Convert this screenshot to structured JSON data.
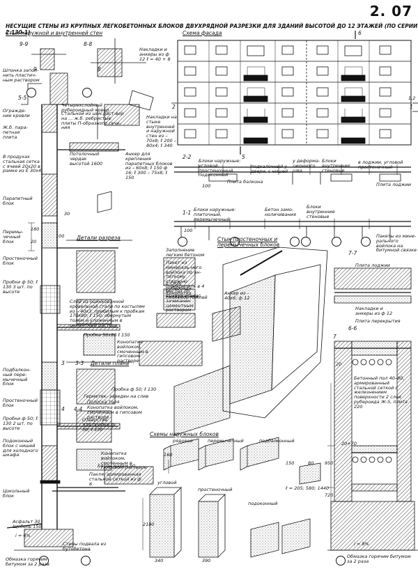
{
  "sheet_code": "2. 07",
  "title": "НЕСУЩИЕ СТЕНЫ ИЗ КРУПНЫХ ЛЕГКОБЕТОННЫХ БЛОКОВ ДВУХРЯДНОЙ РАЗРЕЗКИ ДЛЯ ЗДАНИЙ ВЫСОТОЙ ДО 12 ЭТАЖЕЙ (ПО СЕРИИ 2.130-1)",
  "headers": {
    "wall_joint": "Стык наружной и внутренней стен",
    "facade": "Схема фасада",
    "section_details": "Детали разреза",
    "plan_details": "Детали плана",
    "partition_joint": "Стык простеночных и перемычечных блоков",
    "block_schemes": "Схемы наружных блоков"
  },
  "section_marks": {
    "s99": "9-9",
    "s88": "8-8",
    "s55": "5-5",
    "s22": "2-2",
    "s11": "1-1",
    "s77": "7-7",
    "s66": "6-6",
    "s33": "3-3",
    "s44": "4-4",
    "m5": "5",
    "m6": "6",
    "m1": "1",
    "m2": "2",
    "m3": "3",
    "m4": "4",
    "m8": "8",
    "m9": "9",
    "m7": "7"
  },
  "left_labels": {
    "shponka": "Шпонка запол-нить пластич-ным раствором",
    "ograzhd": "Огражде-ние кровли",
    "zhb_parapet": "Ж.б. пара-петная плита",
    "in_products": "В продухах стальная сетка с ячеей 20х20 в рамке из Ê 30х4",
    "parapet_block": "Парапетный блок",
    "peremych": "Перемы-чечный блок",
    "prosten": "Простеночный блок",
    "probki": "Пробки ф 50; ℓ 130 3 шт. по высоте",
    "podbalk": "Подбалкон-ный пере-мычечный блок",
    "prosten2": "Простеночный блок",
    "probki2": "Пробки ф 50; ℓ 130 2 шт. по высоте",
    "podokon": "Подоконный блок с нишей для холодного шкафа",
    "tsokol": "Цокольный блок",
    "asfalt": "Асфальт 30 Щебень 150",
    "stena_podvala": "Стены подвала из бутобетона",
    "obmazka": "Обмазка горячим битумом за 2 раза"
  },
  "mid_labels": {
    "nakladki": "Накладки и анкеры из ф 12 ℓ = 40 + 8",
    "chetyreh": "Четырехслойный рубероидный ковер",
    "stalnoy": "Стальной из цем.раст-вор на ... ж.б. ребристые плиты П-образного сече-ния",
    "naklad_styk": "Накладки на стыке внутренней и наружной стен из – 70х8; ℓ 200 – 80х4; ℓ 340",
    "potolok": "Потолочный чердак высотой 1600",
    "anker": "Анкер для крепления парапетных блоков из – 60х8; ℓ 150 ф 16; ℓ 300 – 75х8; ℓ 150",
    "sloy": "Слой из оцинкованной кровельной стали по костылям из – 40х3, прибитым к пробкам 170х80; ℓ 150, обернутым толем и уложенным в цементный раствор",
    "probka": "Пробка 50х80 ℓ 150",
    "konopatka": "Конопатка войлоком, смоченным в гипсовом растворе",
    "zapolnenie": "Заполнение легким бетоном",
    "paket": "Пакет из минераль-ного войлока по ан-титкому стержню (прикрепить в 4 местах по высоте этажа)",
    "zaplnenie2": "2 слоя рубероида. Конопатка смоленой паклей",
    "snaruzhi": "Снаружи шов зачеканен цементным раствором",
    "anker2": "Анкер из – 40х6; ф 12",
    "probka2": "Пробка ф 50; ℓ 130",
    "germetik": "Герметик- заведен на слив",
    "polosa": "Полоска толя",
    "konop2": "Конопатка войлоком, смоченным в гипсовом растворе",
    "otvetstvie": "Отверстие для пробки ф 50; ℓ 130",
    "konop3": "Конопатка войлоком, смоченным в гипсовом растворе",
    "beton50": "Бетон марки 50",
    "pakl": "Пакля, армированная стальной сеткой из ф 6"
  },
  "plan_labels": {
    "bloki_nar": "Блоки наружные: угловой, простеночный, подоконный",
    "podkal": "подкалочный у двери, с нишей",
    "plita_balk": "Плита балкона",
    "deform": "у деформа-ционного шва",
    "bloki_vn": "Блоки внутренние стеновые",
    "v_lodzhii": "в лоджии, угловой простеночный",
    "plita_lodzh": "Плита лоджии",
    "bloki_nar2": "Блоки наружные: плиточный, перемычечный",
    "beton_zamo": "Бетон замо-ноличивания",
    "bloki_vn2": "Блоки внутренние стеновые",
    "pakety": "Пакеты из мине-рального войлока на битумной связке"
  },
  "right_labels": {
    "plita_lodzhii": "Плита лоджии",
    "nakladki_anker": "Накладки и анкеры из ф 12",
    "plita_perekr": "Плита перекрытия",
    "betonny_pol": "Бетонный пол 40–80, армированный стальной сеткой с железнением поверхности 2 слоя рубероида Ж-5, плита 220",
    "obmazka2": "Обмазка горячим битумом за 2 раза"
  },
  "block_labels": {
    "ryadnoy": "рядовой",
    "peremych": "перемычечный",
    "podbalk": "подбалконный",
    "uglovoy": "угловой",
    "prosten": "простеночный",
    "podokon": "подоконный"
  },
  "dims": {
    "d20": "20",
    "d30": "30",
    "d100": "100",
    "d180": "180",
    "d580": "580",
    "d20_20": "20",
    "d20_70": "20+70",
    "d950": "950",
    "d720": "720",
    "d12": "1,2",
    "d2": "2",
    "d2180": "2180",
    "d160": "160",
    "d150": "150",
    "d80": "80",
    "d2l": "ℓ = 205; 580; 1440",
    "d340": "340",
    "d390": "390",
    "pct1": "i = 6%",
    "pct2": "i = 8%"
  }
}
